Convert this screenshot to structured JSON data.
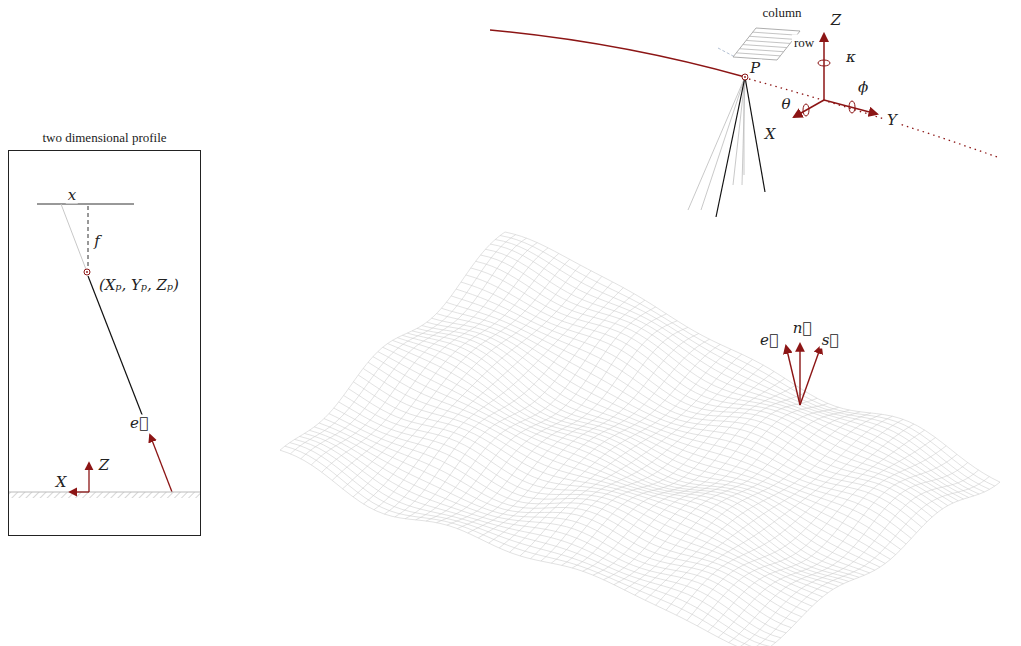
{
  "diagram": {
    "nodes": [
      {
        "text": [
          "two dimensional profile"
        ]
      }
    ],
    "labels": [
      "x",
      "f",
      "(Xₚ, Yₚ, Zₚ)",
      "e⃗",
      "Z",
      "X",
      "column",
      "row",
      "Z",
      "κ",
      "P",
      "θ",
      "ϕ",
      "Y",
      "X",
      "e⃗",
      "n⃗",
      "s⃗"
    ]
  }
}
